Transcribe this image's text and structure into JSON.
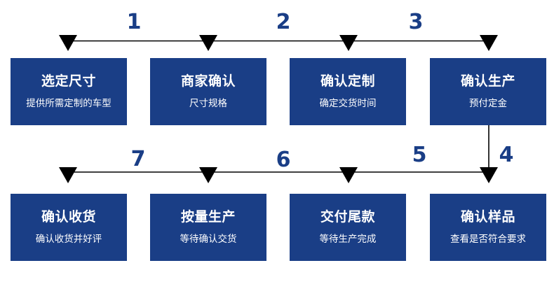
{
  "steps": [
    {
      "number": "1",
      "title": "选定尺寸",
      "subtitle": "提供所需定制的车型"
    },
    {
      "number": "2",
      "title": "商家确认",
      "subtitle": "尺寸规格"
    },
    {
      "number": "3",
      "title": "确认定制",
      "subtitle": "确定交货时间"
    },
    {
      "number": "4",
      "title": "确认生产",
      "subtitle": "预付定金"
    },
    {
      "number": "5",
      "title": "确认样品",
      "subtitle": "查看是否符合要求"
    },
    {
      "number": "6",
      "title": "交付尾款",
      "subtitle": "等待生产完成"
    },
    {
      "number": "7",
      "title": "按量生产",
      "subtitle": "等待确认交货"
    },
    {
      "title": "确认收货",
      "subtitle": "确认收货并好评"
    }
  ],
  "colors": {
    "box_fill": "#1a3e86",
    "number_text": "#1a3e86",
    "connector": "#000000"
  }
}
